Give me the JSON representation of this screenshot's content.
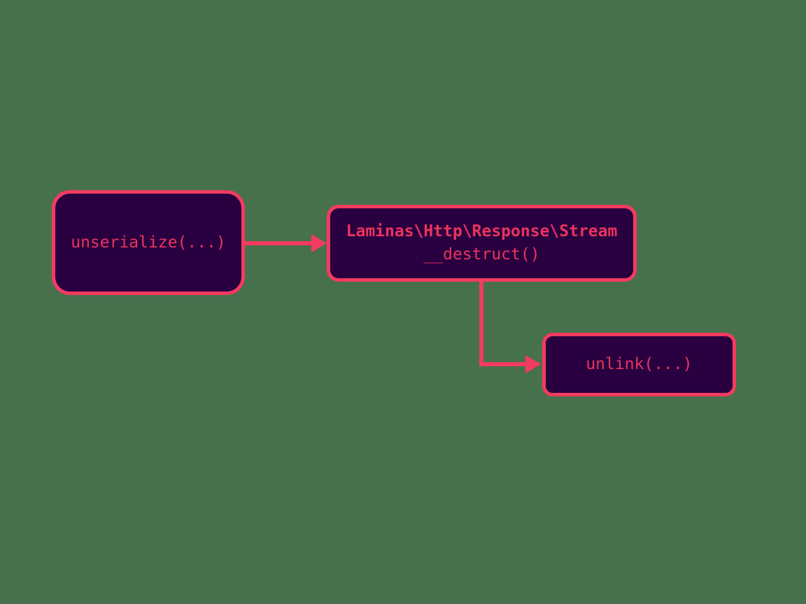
{
  "colors": {
    "background": "#47704d",
    "node_fill": "#290140",
    "stroke": "#f43b5f",
    "text_color": "#ea335e"
  },
  "diagram": {
    "type": "call-flow",
    "nodes": [
      {
        "id": "unserialize",
        "label": "unserialize(...)"
      },
      {
        "id": "stream-destruct",
        "title": "Laminas\\Http\\Response\\Stream",
        "subtitle": "__destruct()"
      },
      {
        "id": "unlink",
        "label": "unlink(...)"
      }
    ],
    "edges": [
      {
        "from": "unserialize",
        "to": "stream-destruct"
      },
      {
        "from": "stream-destruct",
        "to": "unlink"
      }
    ]
  }
}
